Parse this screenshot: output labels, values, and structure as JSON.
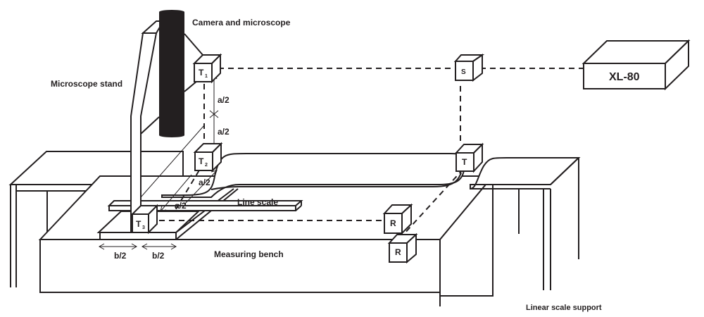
{
  "labels": {
    "camera": "Camera and microscope",
    "stand": "Microscope stand",
    "line_scale": "Line scale",
    "measuring_bench": "Measuring bench",
    "linear_scale_support": "Linear scale support",
    "laser": "XL-80"
  },
  "dimensions": {
    "a_half": "a/2",
    "b_half": "b/2"
  },
  "optics": {
    "t1": {
      "main": "T",
      "sub": "1"
    },
    "t2": {
      "main": "T",
      "sub": "2"
    },
    "t3": {
      "main": "T",
      "sub": "3"
    },
    "s": "S",
    "t": "T",
    "r_upper": "R",
    "r_lower": "R"
  },
  "colors": {
    "ink": "#231f20",
    "background": "#ffffff"
  }
}
